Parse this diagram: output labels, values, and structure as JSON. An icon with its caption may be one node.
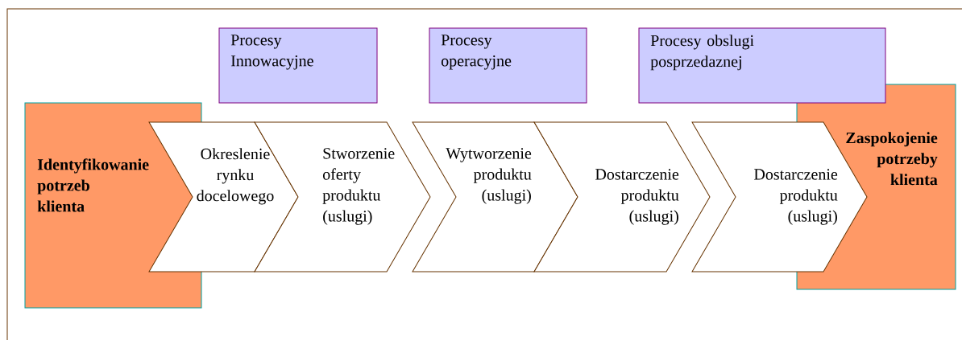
{
  "diagram": {
    "nodes": [
      {
        "text": [
          "Procesy Innowacyjne"
        ]
      },
      {
        "text": [
          "Procesy operacyjne"
        ]
      },
      {
        "text": [
          "Procesy obslugi posprzedaznej"
        ]
      },
      {
        "text": [
          "Identyfikowanie potrzeb klienta"
        ]
      },
      {
        "text": [
          "Okreslenie rynku docelowego"
        ]
      },
      {
        "text": [
          "Stworzenie oferty produktu (uslugi)"
        ]
      },
      {
        "text": [
          "Wytworzenie produktu (uslugi)"
        ]
      },
      {
        "text": [
          "Dostarczenie produktu (uslugi)"
        ]
      },
      {
        "text": [
          "Dostarczenie produktu (uslugi)"
        ]
      },
      {
        "text": [
          "Zaspokojenie potrzeby klienta"
        ]
      }
    ]
  }
}
